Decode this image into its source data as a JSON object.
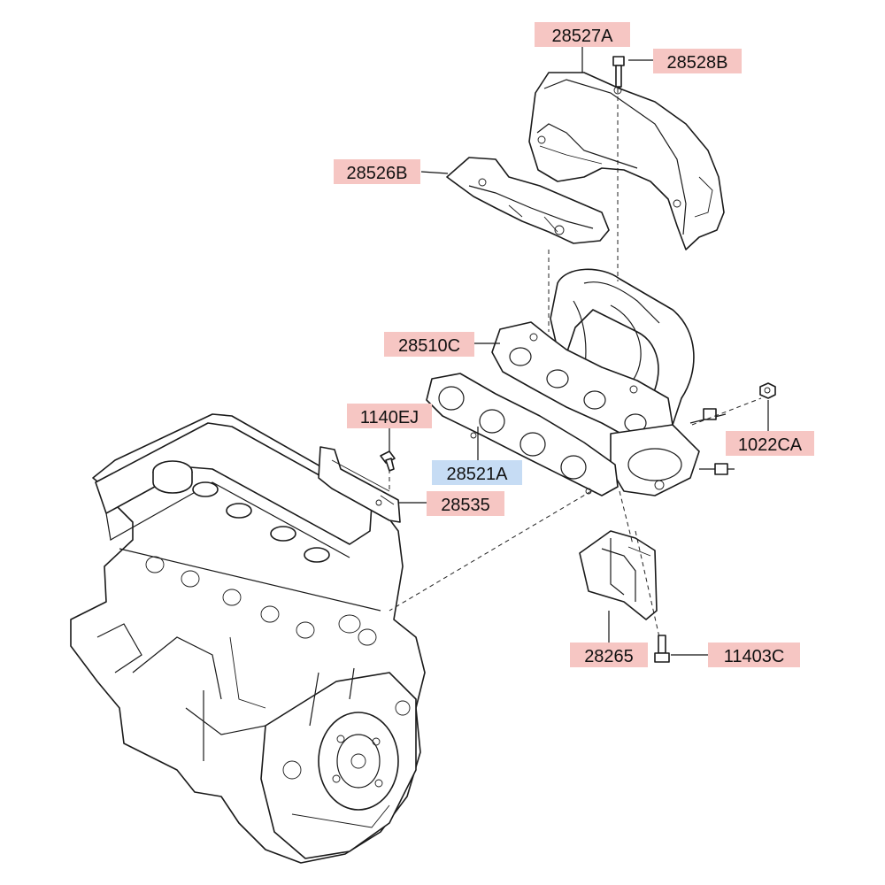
{
  "colors": {
    "callout_fill": "#f6c6c3",
    "callout_selected_fill": "#c6dcf4",
    "line": "#1a1a1a"
  },
  "callouts": {
    "c28527A": "28527A",
    "c28528B": "28528B",
    "c28526B": "28526B",
    "c28510C": "28510C",
    "c1140EJ": "1140EJ",
    "c28521A": "28521A",
    "c28535": "28535",
    "c1022CA": "1022CA",
    "c28265": "28265",
    "c11403C": "11403C"
  },
  "selected_callout": "28521A"
}
